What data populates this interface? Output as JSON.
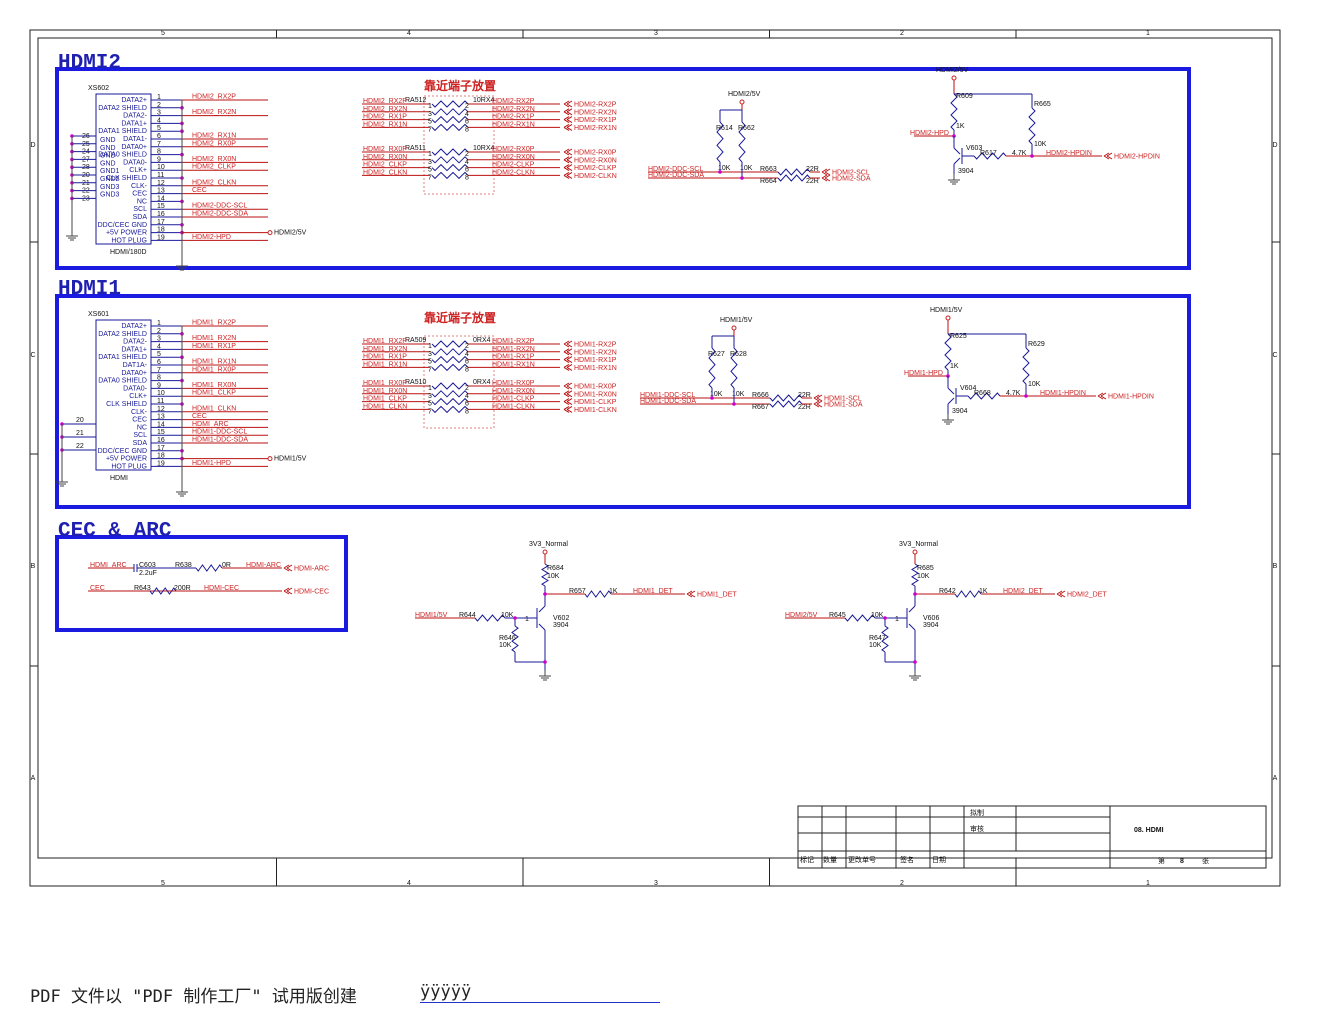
{
  "sections": {
    "hdmi2": "HDMI2",
    "hdmi1": "HDMI1",
    "cec_arc": "CEC & ARC"
  },
  "note_cn": "靠近端子放置",
  "grid": {
    "cols": [
      "5",
      "4",
      "3",
      "2",
      "1"
    ],
    "rows": [
      "D",
      "C",
      "B",
      "A"
    ]
  },
  "hdmi2": {
    "ref": "XS602",
    "part": "HDMI/180D",
    "pins_left": [
      "DATA2+",
      "DATA2 SHIELD",
      "DATA2-",
      "DATA1+",
      "DATA1 SHIELD",
      "DATA1-",
      "DATA0+",
      "DATA0 SHIELD",
      "DATA0-",
      "CLK+",
      "CLK SHIELD",
      "CLK-",
      "CEC",
      "NC",
      "SCL",
      "SDA",
      "DDC/CEC GND",
      "+5V POWER",
      "HOT PLUG"
    ],
    "gnd_labels": [
      "GND",
      "GND",
      "GND",
      "GND",
      "GND1",
      "GND2",
      "GND3",
      "GND3"
    ],
    "gnd_nums": [
      "26",
      "25",
      "24",
      "27",
      "28",
      "20",
      "21",
      "22",
      "23"
    ],
    "nums": [
      "1",
      "2",
      "3",
      "4",
      "5",
      "6",
      "7",
      "8",
      "9",
      "10",
      "11",
      "12",
      "13",
      "14",
      "15",
      "16",
      "17",
      "18",
      "19"
    ],
    "nets": [
      "HDMI2_RX2P",
      "",
      "HDMI2_RX2N",
      "",
      "",
      "HDMI2_RX1N",
      "HDMI2_RX0P",
      "",
      "HDMI2_RX0N",
      "HDMI2_CLKP",
      "",
      "HDMI2_CLKN",
      "CEC",
      "",
      "HDMI2-DDC-SCL",
      "HDMI2-DDC-SDA",
      "",
      "",
      "HDMI2-HPD"
    ],
    "power": "HDMI2/5V",
    "ra_top": "RA512",
    "ra_top_val": "10RX4",
    "ra_bot": "RA511",
    "ra_bot_val": "10RX4",
    "left_nets_top": [
      "HDMI2_RX2P",
      "HDMI2_RX2N",
      "HDMI2_RX1P",
      "HDMI2_RX1N"
    ],
    "left_nets_bot": [
      "HDMI2_RX0P",
      "HDMI2_RX0N",
      "HDMI2_CLKP",
      "HDMI2_CLKN"
    ],
    "mid_nets_top": [
      "HDMI2-RX2P",
      "HDMI2-RX2N",
      "HDMI2-RX1P",
      "HDMI2-RX1N"
    ],
    "mid_nets_bot": [
      "HDMI2-RX0P",
      "HDMI2-RX0N",
      "HDMI2-CLKP",
      "HDMI2-CLKN"
    ],
    "ddc": {
      "power": "HDMI2/5V",
      "r1": "R614",
      "r2": "R662",
      "v1": "10K",
      "v2": "10K",
      "r3": "R663",
      "r4": "R664",
      "v3": "22R",
      "v4": "22R",
      "in_scl": "HDMI2-DDC-SCL",
      "in_sda": "HDMI2-DDC-SDA",
      "out_scl": "HDMI2-SCL",
      "out_sda": "HDMI2-SDA"
    },
    "hpd": {
      "power": "HDMI2/5V",
      "r_a": "R609",
      "r_a_val": "1K",
      "r_b": "R665",
      "r_b_val": "10K",
      "q": "V603",
      "q_val": "3904",
      "r_c": "R617",
      "r_c_val": "4.7K",
      "in": "HDMI2-HPD",
      "out": "HDMI2-HPDIN"
    }
  },
  "hdmi1": {
    "ref": "XS601",
    "part": "HDMI",
    "pins_left": [
      "DATA2+",
      "DATA2 SHIELD",
      "DATA2-",
      "DATA1+",
      "DATA1 SHIELD",
      "DAT1A-",
      "DATA0+",
      "DATA0 SHIELD",
      "DATA0-",
      "CLK+",
      "CLK SHIELD",
      "CLK-",
      "CEC",
      "NC",
      "SCL",
      "SDA",
      "DDC/CEC GND",
      "+5V POWER",
      "HOT PLUG"
    ],
    "gnd_nums": [
      "20",
      "21",
      "22"
    ],
    "nums": [
      "1",
      "2",
      "3",
      "4",
      "5",
      "6",
      "7",
      "8",
      "9",
      "10",
      "11",
      "12",
      "13",
      "14",
      "15",
      "16",
      "17",
      "18",
      "19"
    ],
    "side_nums": [
      "20",
      "21",
      "22"
    ],
    "nets": [
      "HDMI1_RX2P",
      "",
      "HDMI1_RX2N",
      "HDMI1_RX1P",
      "",
      "HDMI1_RX1N",
      "HDMI1_RX0P",
      "",
      "HDMI1_RX0N",
      "HDMI1_CLKP",
      "",
      "HDMI1_CLKN",
      "CEC",
      "HDMI_ARC",
      "HDMI1-DDC-SCL",
      "HDMI1-DDC-SDA",
      "",
      "",
      "HDMI1-HPD"
    ],
    "power": "HDMI1/5V",
    "ra_top": "RA509",
    "ra_top_val": "0RX4",
    "ra_bot": "RA510",
    "ra_bot_val": "0RX4",
    "left_nets_top": [
      "HDMI1_RX2P",
      "HDMI1_RX2N",
      "HDMI1_RX1P",
      "HDMI1_RX1N"
    ],
    "left_nets_bot": [
      "HDMI1_RX0P",
      "HDMI1_RX0N",
      "HDMI1_CLKP",
      "HDMI1_CLKN"
    ],
    "mid_nets_top": [
      "HDMI1-RX2P",
      "HDMI1-RX2N",
      "HDMI1-RX1P",
      "HDMI1-RX1N"
    ],
    "mid_nets_bot": [
      "HDMI1-RX0P",
      "HDMI1-RX0N",
      "HDMI1-CLKP",
      "HDMI1-CLKN"
    ],
    "ddc": {
      "power": "HDMI1/5V",
      "r1": "R627",
      "r2": "R628",
      "v1": "10K",
      "v2": "10K",
      "r3": "R666",
      "r4": "R667",
      "v3": "22R",
      "v4": "22R",
      "in_scl": "HDMI1-DDC-SCL",
      "in_sda": "HDMI1-DDC-SDA",
      "out_scl": "HDMI1-SCL",
      "out_sda": "HDMI1-SDA"
    },
    "hpd": {
      "power": "HDMI1/5V",
      "r_a": "R625",
      "r_a_val": "1K",
      "r_b": "R629",
      "r_b_val": "10K",
      "q": "V604",
      "q_val": "3904",
      "r_c": "R668",
      "r_c_val": "4.7K",
      "in": "HDMI1-HPD",
      "out": "HDMI1-HPDIN"
    }
  },
  "cec_arc": {
    "arc_in": "HDMI_ARC",
    "c": "C603",
    "c_val": "2.2uF",
    "r1": "R638",
    "r1_val": "0R",
    "arc_net": "HDMI-ARC",
    "arc_out": "HDMI-ARC",
    "cec_in": "CEC",
    "r2": "R643",
    "r2_val": "200R",
    "cec_net": "HDMI-CEC",
    "cec_out": "HDMI-CEC"
  },
  "det1": {
    "power": "3V3_Normal",
    "rp": "R684",
    "rp_val": "10K",
    "rs": "R657",
    "rs_val": "1K",
    "net": "HDMI1_DET",
    "out": "HDMI1_DET",
    "in": "HDMI1/5V",
    "rb": "R644",
    "rb_val": "10K",
    "q": "V602",
    "q_val": "3904",
    "rg": "R646",
    "rg_val": "10K"
  },
  "det2": {
    "power": "3V3_Normal",
    "rp": "R685",
    "rp_val": "10K",
    "rs": "R642",
    "rs_val": "1K",
    "net": "HDMI2_DET",
    "out": "HDMI2_DET",
    "in": "HDMI2/5V",
    "rb": "R645",
    "rb_val": "10K",
    "q": "V606",
    "q_val": "3904",
    "rg": "R647",
    "rg_val": "10K"
  },
  "title_block": {
    "drawn": "拟制",
    "checked": "审核",
    "title": "08. HDMI",
    "h1": "标记",
    "h2": "数量",
    "h3": "更改单号",
    "h4": "签名",
    "h5": "日期",
    "sheet_pre": "第",
    "sheet_no": "8",
    "sheet_post": "张"
  },
  "footer": {
    "text": "PDF 文件以 \"PDF 制作工厂\" 试用版创建",
    "link": "ÿÿÿÿÿ"
  }
}
